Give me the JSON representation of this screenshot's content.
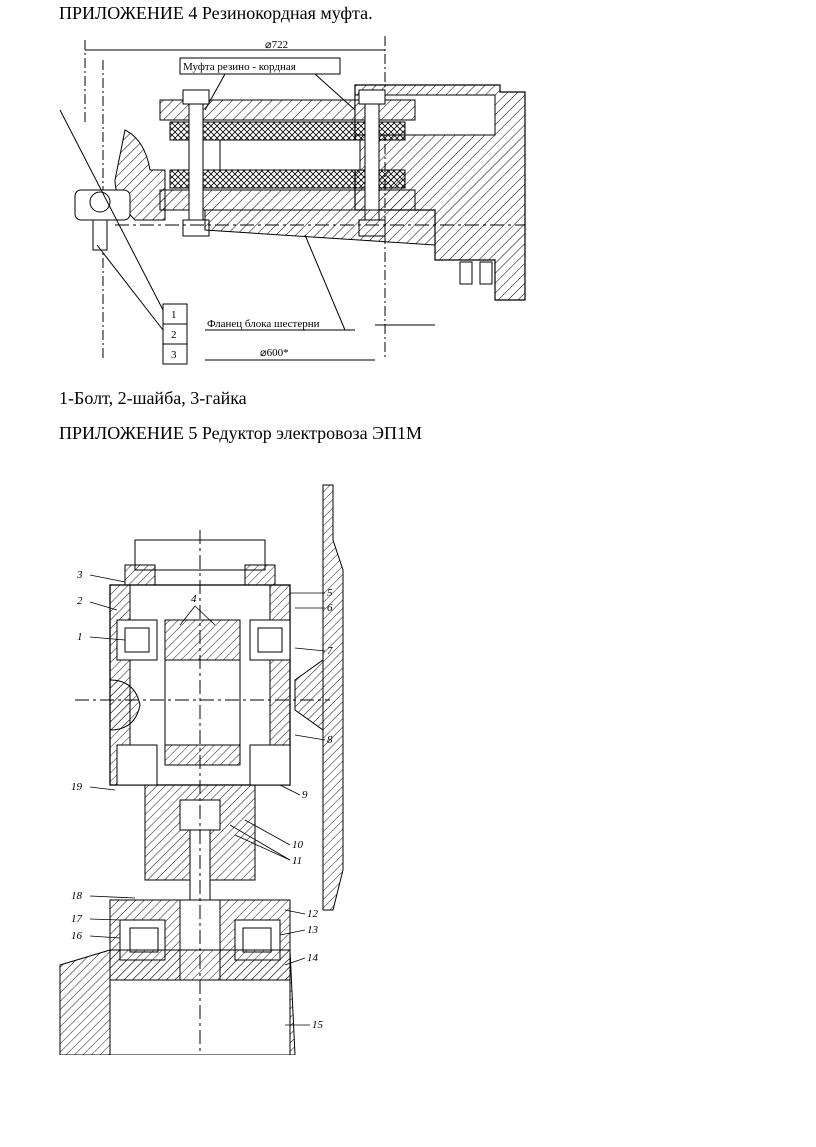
{
  "appendix4": {
    "title": "ПРИЛОЖЕНИЕ 4 Резинокордная муфта.",
    "drawing": {
      "dim_top": "⌀722",
      "coupling_label": "Муфта резино - кордная",
      "flange_label": "Фланец блока шестерни",
      "dim_bottom": "⌀600*",
      "callouts": [
        "1",
        "2",
        "3"
      ]
    },
    "caption": "1-Болт, 2-шайба, 3-гайка"
  },
  "appendix5": {
    "title": "ПРИЛОЖЕНИЕ 5 Редуктор электровоза ЭП1М",
    "drawing": {
      "callouts": [
        "1",
        "2",
        "3",
        "4",
        "5",
        "6",
        "7",
        "8",
        "9",
        "10",
        "11",
        "12",
        "13",
        "14",
        "15",
        "16",
        "17",
        "18",
        "19"
      ]
    }
  }
}
